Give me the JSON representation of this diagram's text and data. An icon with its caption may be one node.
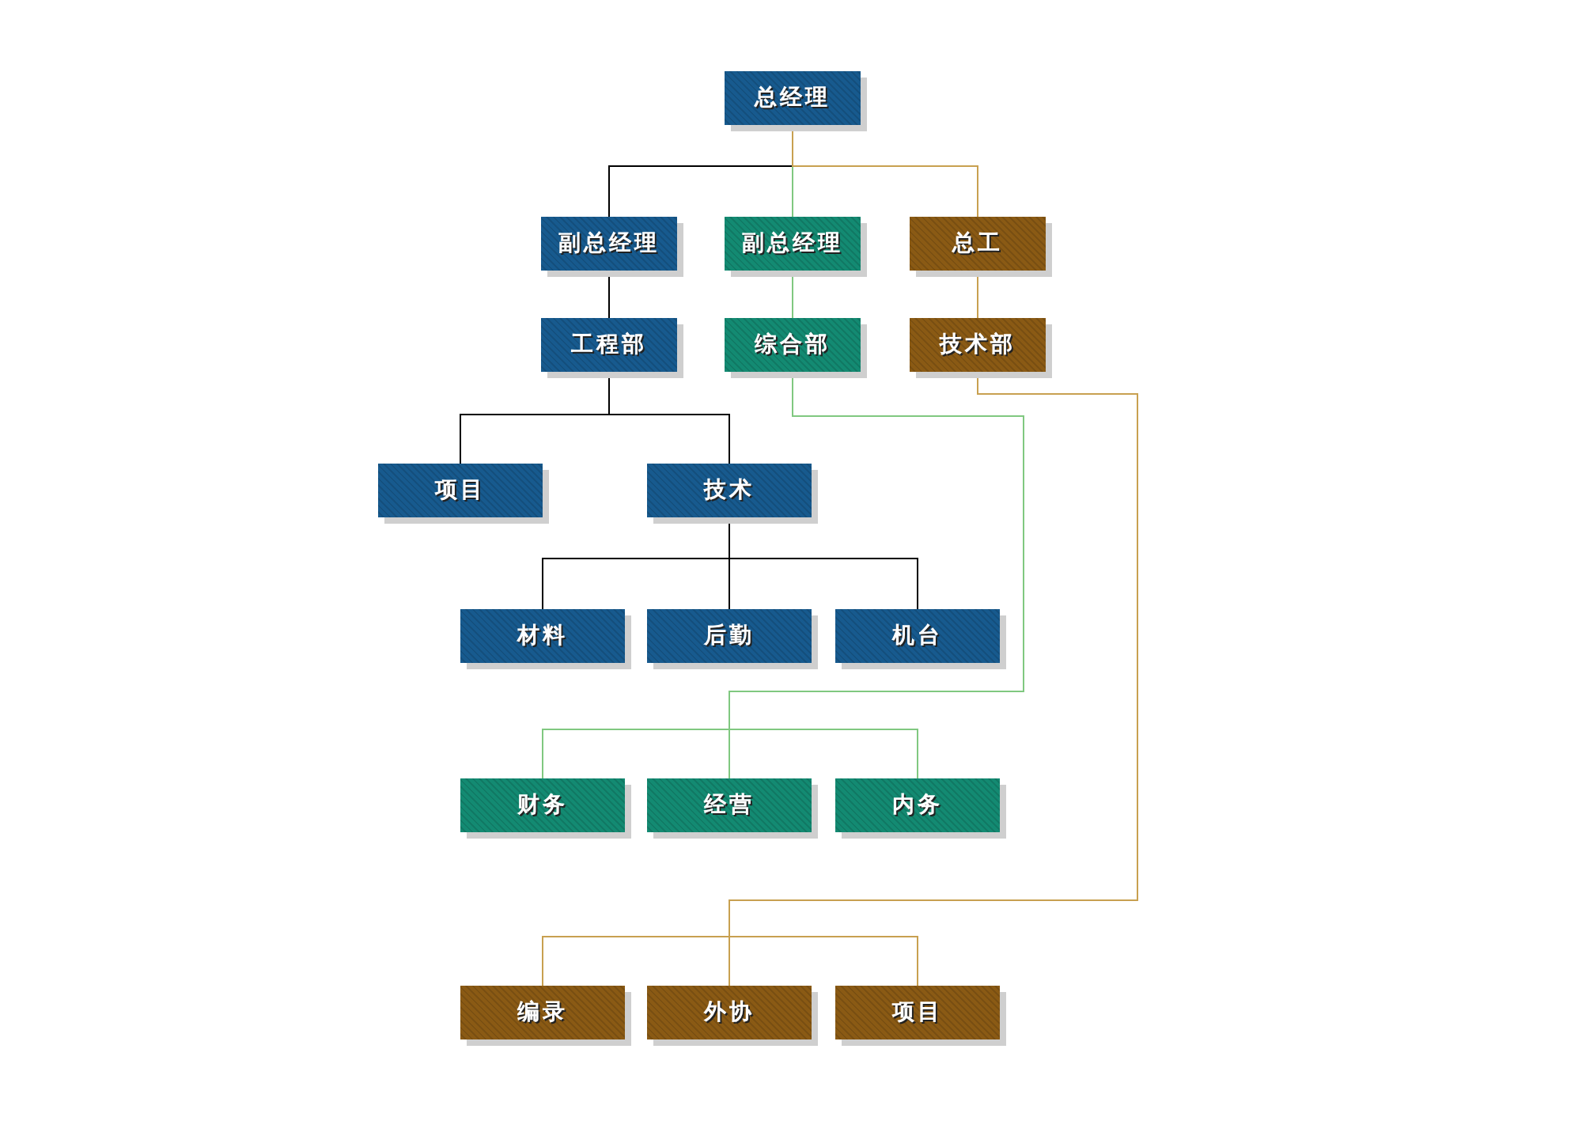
{
  "diagram": {
    "nodes": [
      {
        "text": [
          "总经理"
        ]
      },
      {
        "text": [
          "副总经理"
        ]
      },
      {
        "text": [
          "副总经理"
        ]
      },
      {
        "text": [
          "总工"
        ]
      },
      {
        "text": [
          "工程部"
        ]
      },
      {
        "text": [
          "综合部"
        ]
      },
      {
        "text": [
          "技术部"
        ]
      },
      {
        "text": [
          "项目"
        ]
      },
      {
        "text": [
          "技术"
        ]
      },
      {
        "text": [
          "材料"
        ]
      },
      {
        "text": [
          "后勤"
        ]
      },
      {
        "text": [
          "机台"
        ]
      },
      {
        "text": [
          "财务"
        ]
      },
      {
        "text": [
          "经营"
        ]
      },
      {
        "text": [
          "内务"
        ]
      },
      {
        "text": [
          "编录"
        ]
      },
      {
        "text": [
          "外协"
        ]
      },
      {
        "text": [
          "项目"
        ]
      }
    ],
    "edges": [
      {
        "from": 0,
        "to": 1,
        "arrow": "none"
      },
      {
        "from": 0,
        "to": 2,
        "arrow": "none",
        "color": "#80c880"
      },
      {
        "from": 0,
        "to": 3,
        "arrow": "none",
        "color": "#c8a050"
      },
      {
        "from": 1,
        "to": 4,
        "arrow": "none"
      },
      {
        "from": 2,
        "to": 5,
        "arrow": "none",
        "color": "#80c880"
      },
      {
        "from": 3,
        "to": 6,
        "arrow": "none",
        "color": "#c8a050"
      },
      {
        "from": 4,
        "to": 7,
        "arrow": "none"
      },
      {
        "from": 4,
        "to": 8,
        "arrow": "none"
      },
      {
        "from": 8,
        "to": 9,
        "arrow": "none"
      },
      {
        "from": 8,
        "to": 10,
        "arrow": "none"
      },
      {
        "from": 8,
        "to": 11,
        "arrow": "none"
      },
      {
        "from": 5,
        "to": 12,
        "arrow": "none",
        "color": "#80c880"
      },
      {
        "from": 5,
        "to": 13,
        "arrow": "none",
        "color": "#80c880"
      },
      {
        "from": 5,
        "to": 14,
        "arrow": "none",
        "color": "#80c880"
      },
      {
        "from": 6,
        "to": 15,
        "arrow": "none",
        "color": "#c8a050"
      },
      {
        "from": 6,
        "to": 16,
        "arrow": "none",
        "color": "#c8a050"
      },
      {
        "from": 6,
        "to": 17,
        "arrow": "none",
        "color": "#c8a050"
      }
    ]
  }
}
